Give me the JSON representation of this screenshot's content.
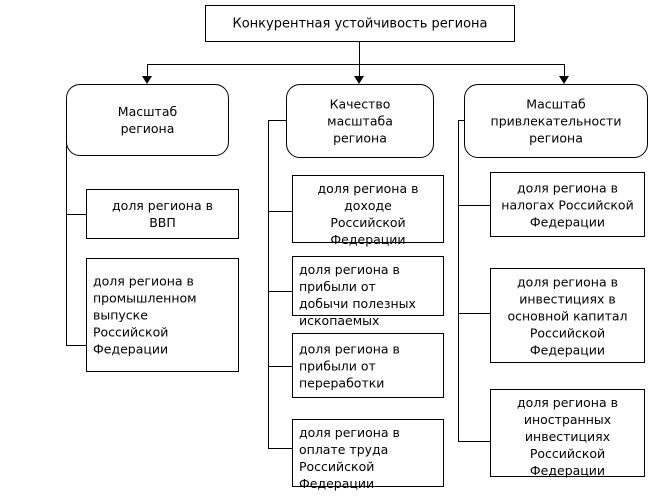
{
  "diagram": {
    "title_box": {
      "label": "Конкурентная устойчивость региона"
    },
    "branches": [
      {
        "id": "scale",
        "label": "Масштаб\nрегиона",
        "leaves": [
          {
            "label": "доля региона в\nВВП"
          },
          {
            "label": "доля региона в\nпромышленном\nвыпуске\nРоссийской\nФедерации"
          }
        ]
      },
      {
        "id": "quality",
        "label": "Качество\nмасштаба\nрегиона",
        "leaves": [
          {
            "label": "доля региона в\nдоходе\nРоссийской\nФедерации"
          },
          {
            "label": "доля региона в\nприбыли от\nдобычи полезных\nископаемых"
          },
          {
            "label": "доля региона в\nприбыли от\nпереработки"
          },
          {
            "label": "доля региона в\nоплате труда\nРоссийской\nФедерации"
          }
        ]
      },
      {
        "id": "attractiveness",
        "label": "Масштаб\nпривлекательности\nрегиона",
        "leaves": [
          {
            "label": "доля региона в\nналогах Российской\nФедерации"
          },
          {
            "label": "доля региона в\nинвестициях в\nосновной капитал\nРоссийской\nФедерации"
          },
          {
            "label": "доля региона в\nиностранных\nинвестициях\nРоссийской\nФедерации"
          }
        ]
      }
    ]
  },
  "style": {
    "line_color": "#000000",
    "box_fill": "#ffffff",
    "text_color": "#000000"
  }
}
